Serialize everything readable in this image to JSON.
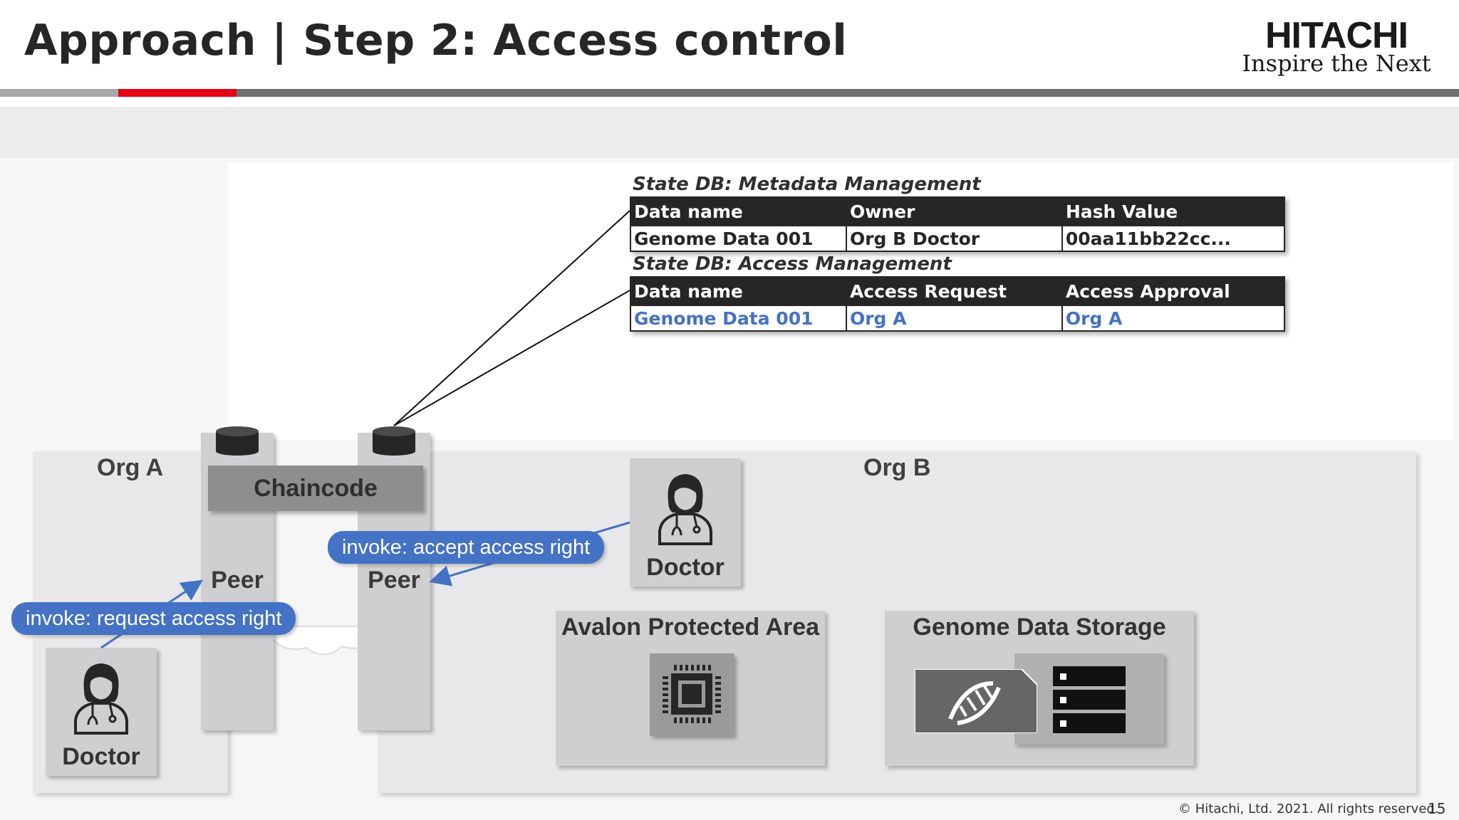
{
  "header": {
    "title": "Approach | Step 2: Access control",
    "logo_main": "HITACHI",
    "logo_tagline": "Inspire the Next"
  },
  "orgs": {
    "org_a": "Org A",
    "org_b": "Org B"
  },
  "peers": {
    "peer_a": "Peer",
    "peer_b": "Peer",
    "chaincode": "Chaincode"
  },
  "doctors": {
    "doctor_a": "Doctor",
    "doctor_b": "Doctor"
  },
  "areas": {
    "avalon": "Avalon Protected Area",
    "storage": "Genome Data Storage"
  },
  "invokes": {
    "request": "invoke: request access right",
    "accept": "invoke: accept access right"
  },
  "metadata_table": {
    "caption": "State DB: Metadata Management",
    "headers": [
      "Data name",
      "Owner",
      "Hash Value"
    ],
    "row": [
      "Genome Data 001",
      "Org B Doctor",
      "00aa11bb22cc..."
    ]
  },
  "access_table": {
    "caption": "State DB: Access Management",
    "headers": [
      "Data name",
      "Access Request",
      "Access Approval"
    ],
    "row": [
      "Genome Data 001",
      "Org A",
      "Org A"
    ]
  },
  "colors": {
    "accent_red": "#e60012",
    "invoke_blue": "#4472c4",
    "table_header": "#262626"
  },
  "footer": {
    "copyright": "© Hitachi, Ltd. 2021. All rights reserved.",
    "page_number": "15"
  }
}
